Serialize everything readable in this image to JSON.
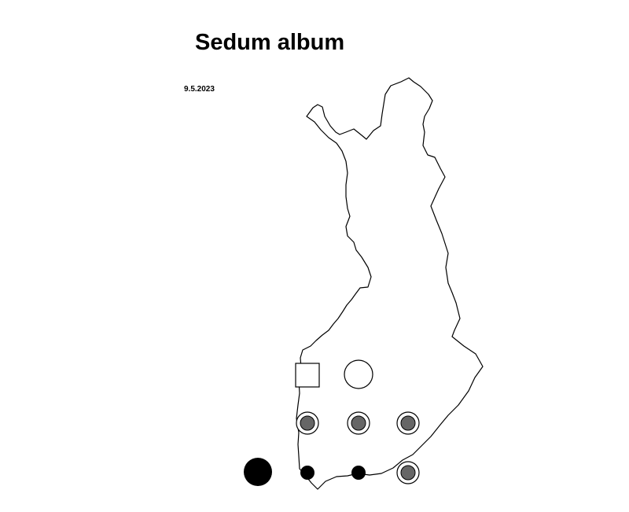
{
  "map": {
    "title": "Sedum album",
    "date": "9.5.2023",
    "outline_color": "#000000",
    "markers": [
      {
        "symbol": "open-square"
      },
      {
        "symbol": "open-circle"
      },
      {
        "symbol": "grey-dot-ringed",
        "fill": "#666666"
      },
      {
        "symbol": "grey-dot-ringed",
        "fill": "#666666"
      },
      {
        "symbol": "grey-dot-ringed",
        "fill": "#666666"
      },
      {
        "symbol": "large-black-dot",
        "fill": "#000000"
      },
      {
        "symbol": "black-dot",
        "fill": "#000000"
      },
      {
        "symbol": "black-dot",
        "fill": "#000000"
      },
      {
        "symbol": "grey-dot-ringed",
        "fill": "#666666"
      }
    ]
  }
}
